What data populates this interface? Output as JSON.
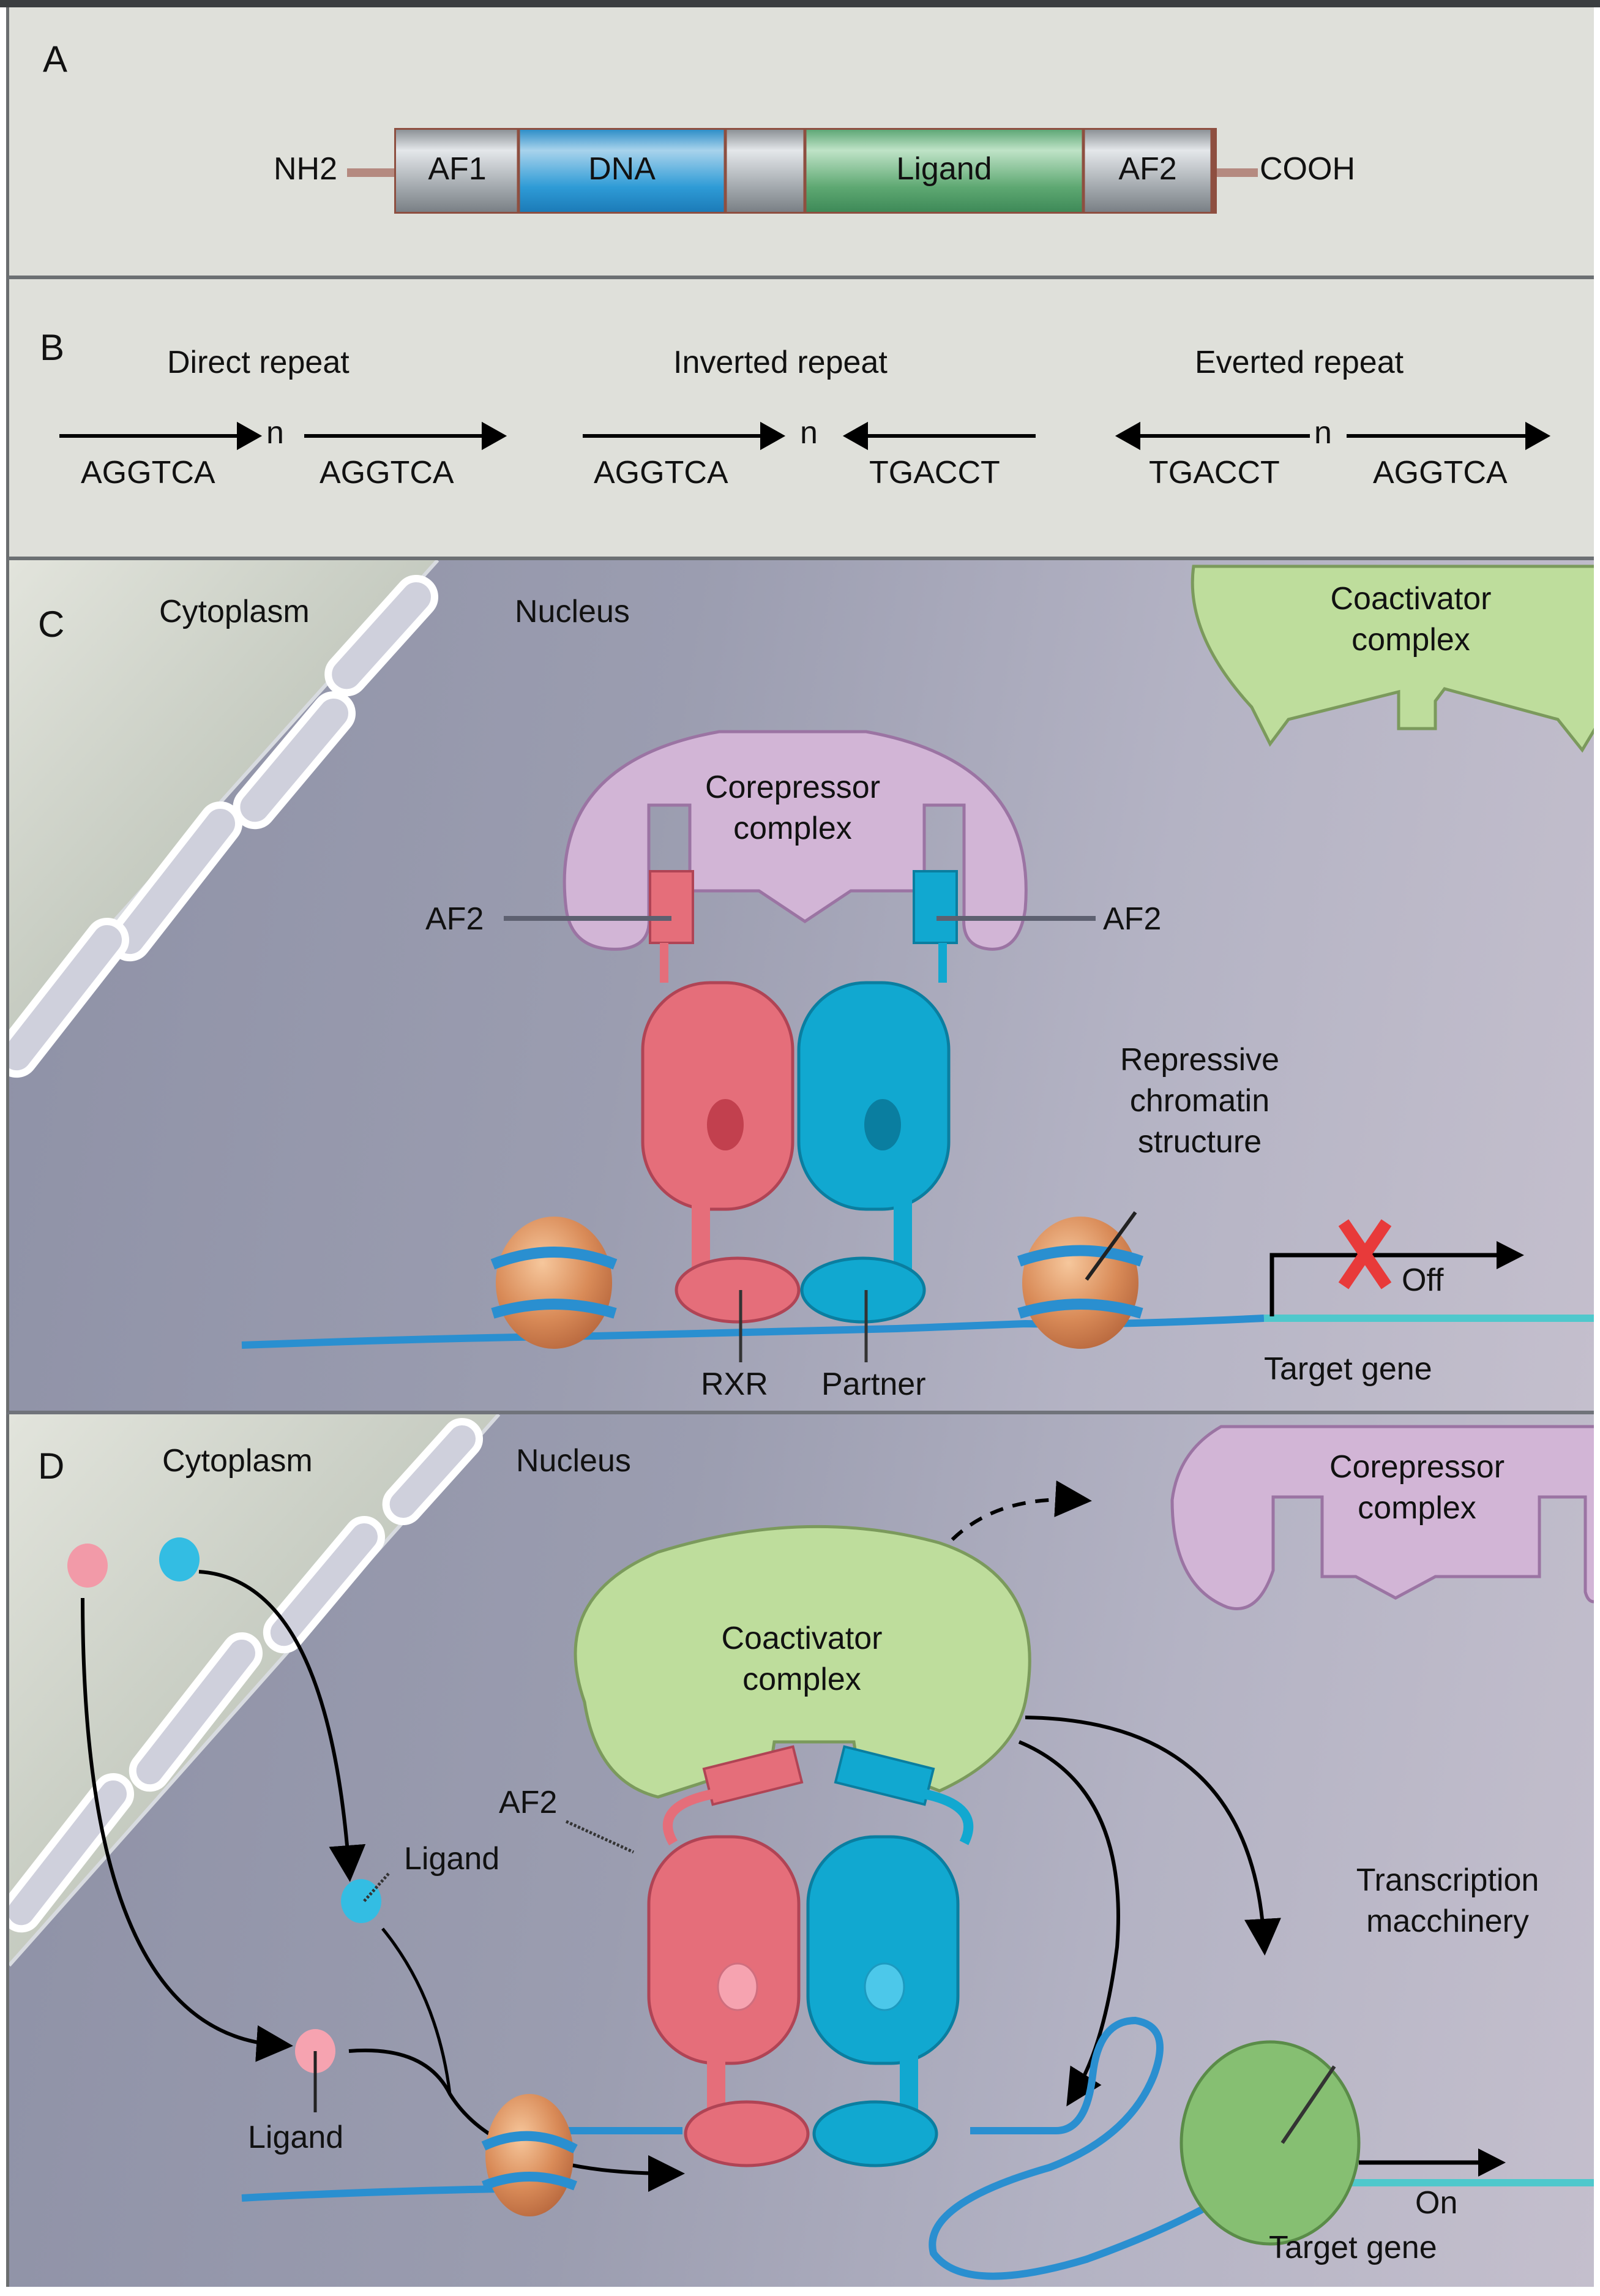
{
  "panels": {
    "a": {
      "letter": "A",
      "n_terminus": "NH2",
      "c_terminus": "COOH",
      "domains": [
        {
          "label": "AF1",
          "color": "#aeb3b8"
        },
        {
          "label": "DNA",
          "color": "#3a9fd6"
        },
        {
          "label": "",
          "color": "#aeb3b8"
        },
        {
          "label": "Ligand",
          "color": "#6fb783"
        },
        {
          "label": "AF2",
          "color": "#aeb3b8"
        }
      ]
    },
    "b": {
      "letter": "B",
      "groups": [
        {
          "title": "Direct repeat",
          "spacer": "n",
          "left": "AGGTCA",
          "right": "AGGTCA",
          "left_dir": "right",
          "right_dir": "right"
        },
        {
          "title": "Inverted repeat",
          "spacer": "n",
          "left": "AGGTCA",
          "right": "TGACCT",
          "left_dir": "right",
          "right_dir": "left"
        },
        {
          "title": "Everted repeat",
          "spacer": "n",
          "left": "TGACCT",
          "right": "AGGTCA",
          "left_dir": "left",
          "right_dir": "right"
        }
      ]
    },
    "c": {
      "letter": "C",
      "cytoplasm": "Cytoplasm",
      "nucleus": "Nucleus",
      "coactivator": [
        "Coactivator",
        "complex"
      ],
      "corepressor": [
        "Corepressor",
        "complex"
      ],
      "af2_left": "AF2",
      "af2_right": "AF2",
      "chromatin": [
        "Repressive",
        "chromatin",
        "structure"
      ],
      "rxr": "RXR",
      "partner": "Partner",
      "state": "Off",
      "target_gene": "Target gene"
    },
    "d": {
      "letter": "D",
      "cytoplasm": "Cytoplasm",
      "nucleus": "Nucleus",
      "corepressor": [
        "Corepressor",
        "complex"
      ],
      "coactivator": [
        "Coactivator",
        "complex"
      ],
      "ligand_top": "Ligand",
      "ligand_bottom": "Ligand",
      "af2": "AF2",
      "machinery": [
        "Transcription",
        "macchinery"
      ],
      "state": "On",
      "target_gene": "Target gene"
    }
  },
  "colors": {
    "rxr": "#e56e7a",
    "partner": "#11a8d0",
    "corepressor": "#d2b5d6",
    "coactivator": "#bedd9c",
    "histone": "#d88b5a",
    "dna": "#2a8fd0",
    "gene": "#4fc8cc",
    "machinery": "#86bf72",
    "off_x": "#e83a3a"
  }
}
